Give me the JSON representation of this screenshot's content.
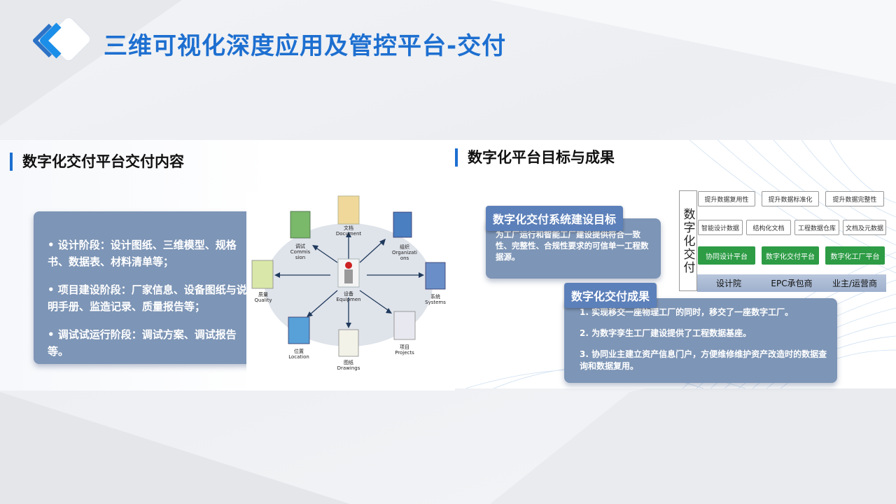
{
  "page_title": "三维可视化深度应用及管控平台-交付",
  "left": {
    "section_title": "数字化交付平台交付内容",
    "bullets": [
      "• 设计阶段：设计图纸、三维模型、规格书、数据表、材料清单等；",
      "• 项目建设阶段：厂家信息、设备图纸与说明手册、监造记录、质量报告等；",
      "• 调试试运行阶段：调试方案、调试报告等。"
    ],
    "diagram": {
      "center": {
        "cn": "设备",
        "en": "Equipmen"
      },
      "nodes": [
        {
          "cn": "文档",
          "en": "Document"
        },
        {
          "cn": "组织",
          "en": "Organizati",
          "en2": "ons"
        },
        {
          "cn": "系统",
          "en": "Systems"
        },
        {
          "cn": "项目",
          "en": "Projects"
        },
        {
          "cn": "图纸",
          "en": "Drawings"
        },
        {
          "cn": "位置",
          "en": "Location"
        },
        {
          "cn": "质量",
          "en": "Quality"
        },
        {
          "cn": "调试",
          "en": "Commis",
          "en2": "sion"
        }
      ]
    }
  },
  "right": {
    "section_title": "数字化平台目标与成果",
    "goal_tag": "数字化交付系统建设目标",
    "goal_text": "为工厂运行和智能工厂建设提供符合一致性、完整性、合规性要求的可信单一工程数据源。",
    "result_tag": "数字化交付成果",
    "results": [
      "1.  实现移交一座物理工厂的同时，移交了一座数字工厂。",
      "2.  为数字孪生工厂建设提供了工程数据基座。",
      "3.  协同业主建立资产信息门户，方便维修维护资产改造时的数据查询和数据复用。"
    ],
    "grid": {
      "vertical_label": "数字化交付",
      "row1": [
        "提升数据复用性",
        "提升数据标准化",
        "提升数据完整性"
      ],
      "row2": [
        "智能设计数据",
        "结构化文档",
        "工程数据仓库",
        "文档及元数据"
      ],
      "row3": [
        "协同设计平台",
        "数字化交付平台",
        "数字化工厂平台"
      ],
      "stages": [
        "设计院",
        "EPC承包商",
        "业主/运营商"
      ]
    }
  },
  "colors": {
    "accent": "#1d6fd0",
    "card": "#7d95b6",
    "tag": "#5c80ba",
    "green": "#2d9c45"
  }
}
